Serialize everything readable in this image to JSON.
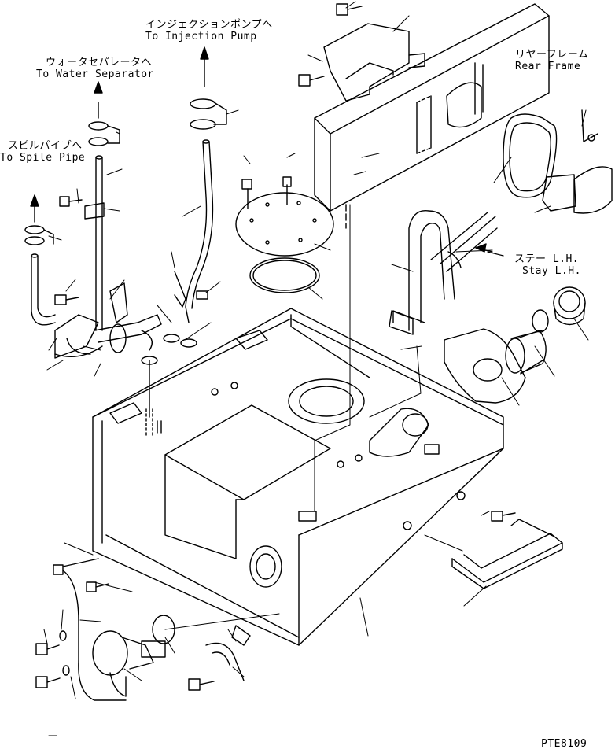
{
  "labels": {
    "injection_pump": {
      "jp": "インジェクションポンプへ",
      "en": "To Injection Pump"
    },
    "water_separator": {
      "jp": "ウォータセパレータへ",
      "en": "To Water Separator"
    },
    "spile_pipe": {
      "jp": "スピルパイプへ",
      "en": "To Spile Pipe"
    },
    "rear_frame": {
      "jp": "リヤーフレーム",
      "en": "Rear Frame"
    },
    "stay_lh": {
      "jp": "ステー L.H.",
      "en": "Stay L.H."
    }
  },
  "drawing_code": "PTE8109"
}
